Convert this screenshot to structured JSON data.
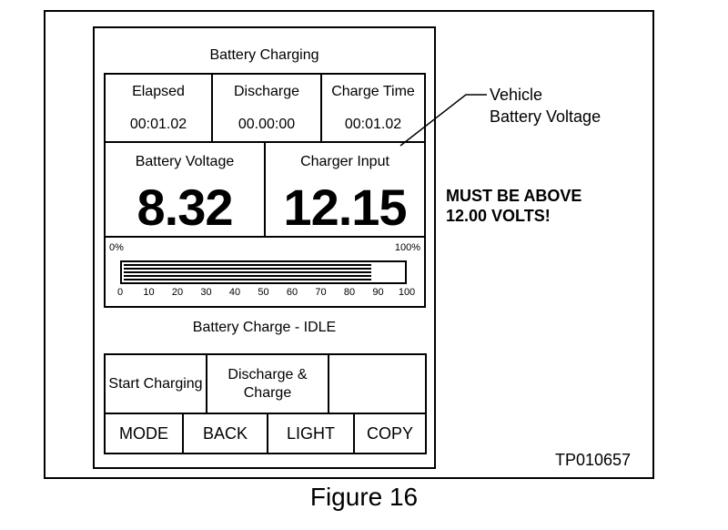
{
  "screen": {
    "title": "Battery Charging",
    "timers": [
      {
        "label": "Elapsed",
        "value": "00:01.02"
      },
      {
        "label": "Discharge",
        "value": "00.00:00"
      },
      {
        "label": "Charge Time",
        "value": "00:01.02"
      }
    ],
    "battery_voltage": {
      "label": "Battery Voltage",
      "value": "8.32"
    },
    "charger_input": {
      "label": "Charger Input",
      "value": "12.15"
    },
    "gauge": {
      "min_label": "0%",
      "max_label": "100%",
      "ticks": [
        "0",
        "10",
        "20",
        "30",
        "40",
        "50",
        "60",
        "70",
        "80",
        "90",
        "100"
      ],
      "level_percent": 88
    },
    "status": "Battery Charge - IDLE",
    "buttons": {
      "start_charging": "Start Charging",
      "discharge_charge": "Discharge & Charge",
      "empty": "",
      "mode": "MODE",
      "back": "BACK",
      "light": "LIGHT",
      "copy": "COPY"
    }
  },
  "annotations": {
    "callout_line1": "Vehicle",
    "callout_line2": "Battery Voltage",
    "warning_line1": "MUST BE ABOVE",
    "warning_line2": "12.00 VOLTS!",
    "part_number": "TP010657"
  },
  "caption": "Figure 16"
}
